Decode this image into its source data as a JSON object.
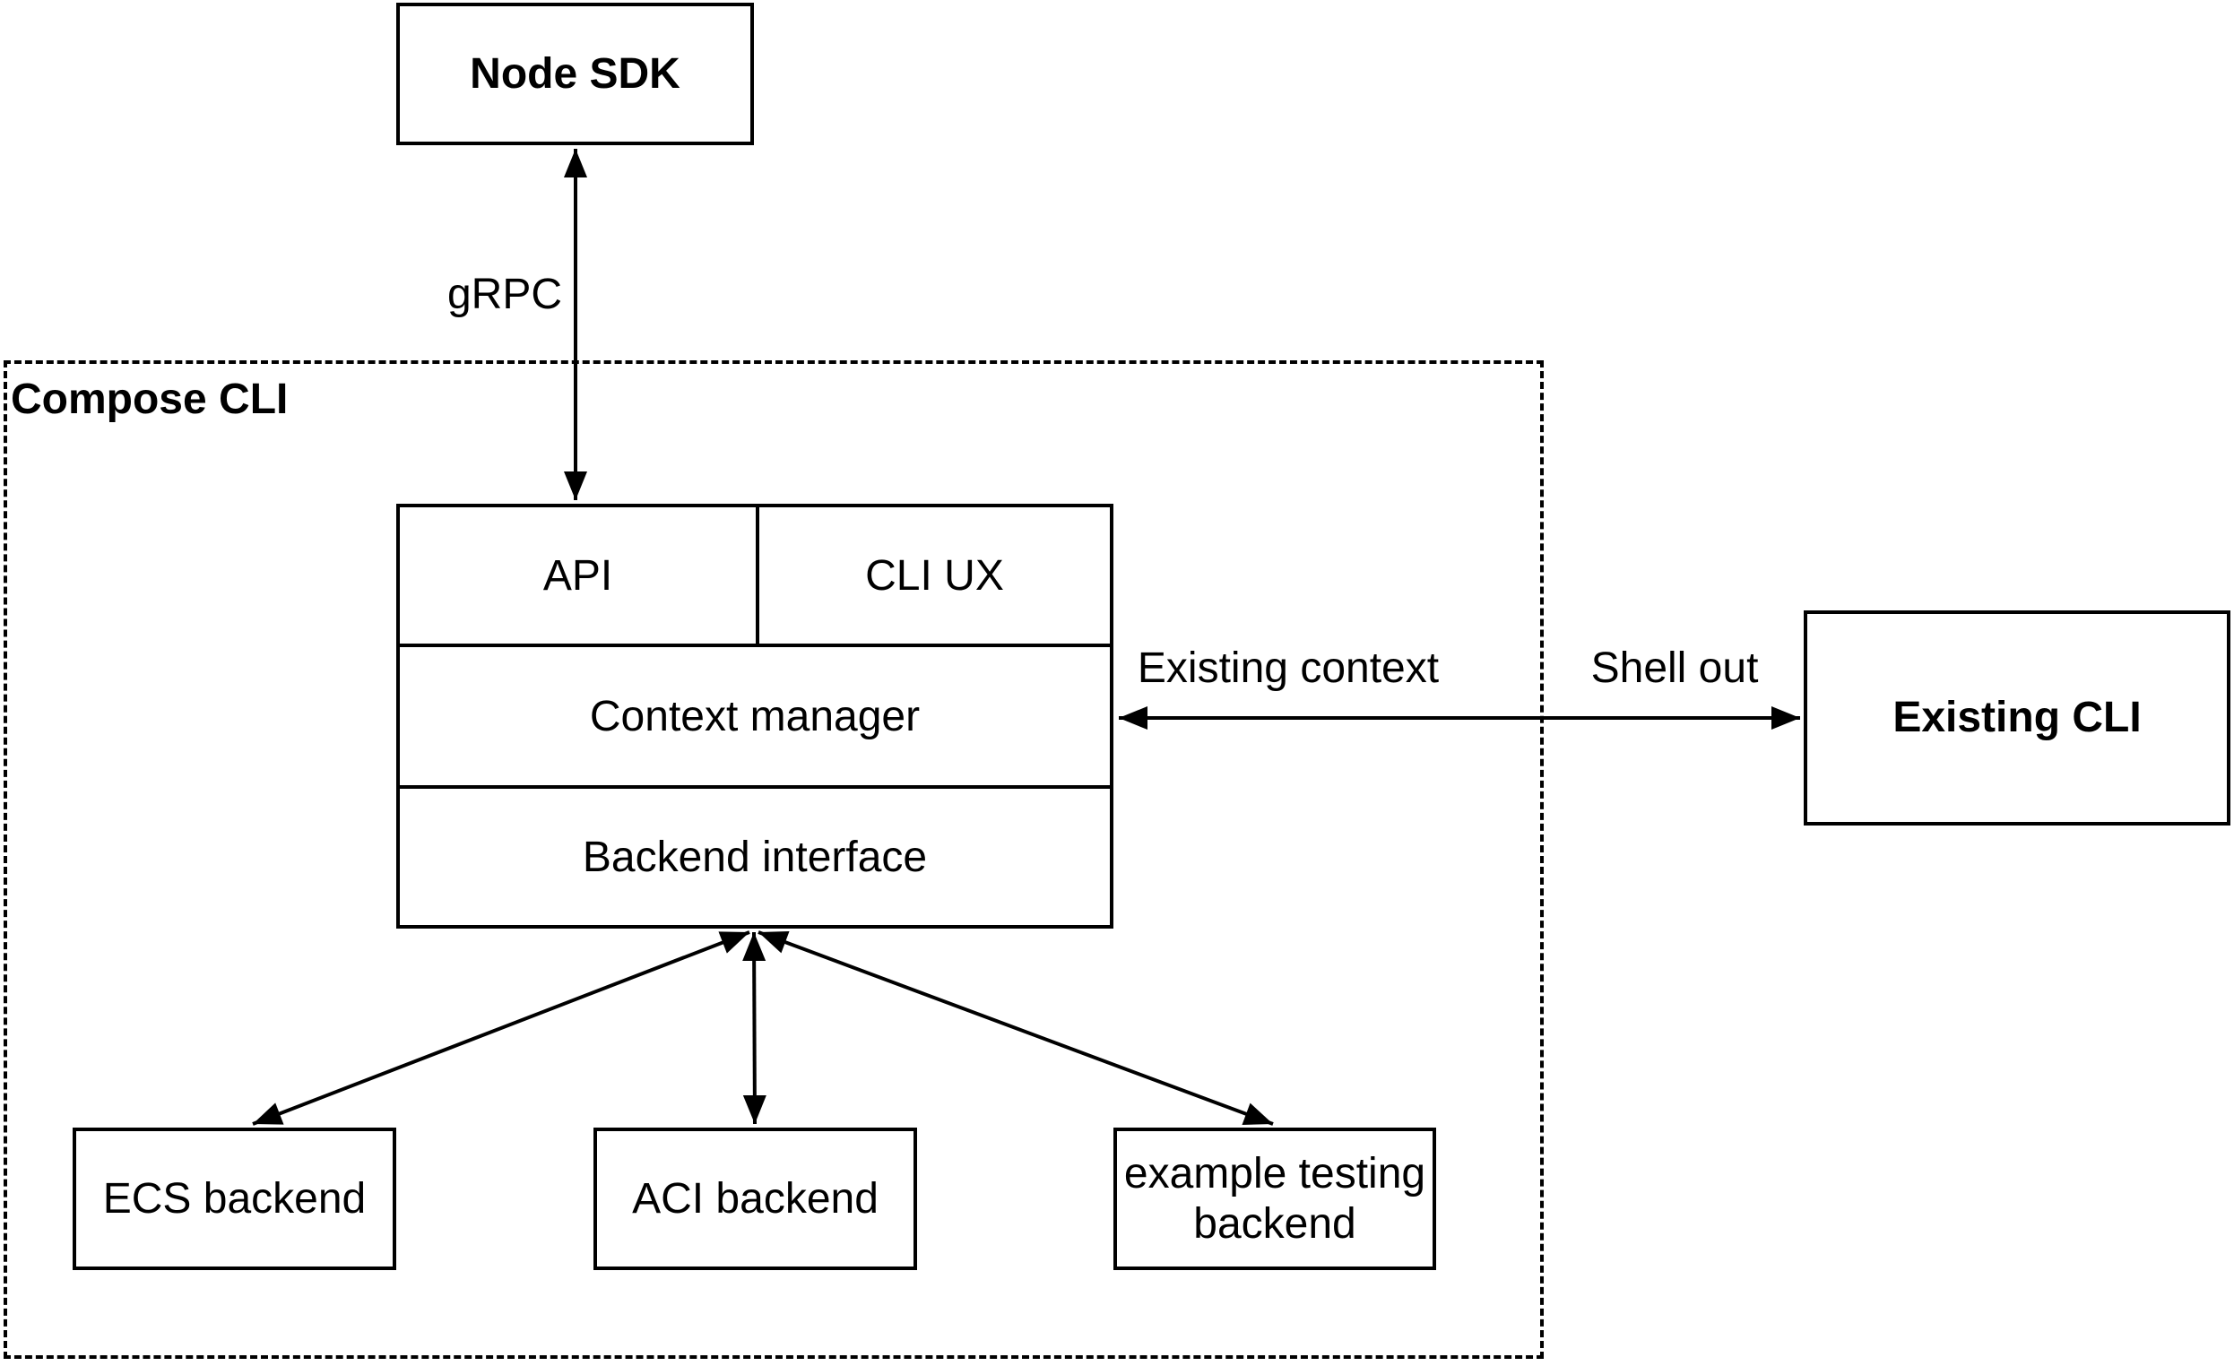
{
  "nodes": {
    "node_sdk": {
      "label": "Node SDK"
    },
    "compose_cli": {
      "label": "Compose CLI"
    },
    "api": {
      "label": "API"
    },
    "cli_ux": {
      "label": "CLI UX"
    },
    "context_manager": {
      "label": "Context manager"
    },
    "backend_interface": {
      "label": "Backend interface"
    },
    "ecs_backend": {
      "label": "ECS backend"
    },
    "aci_backend": {
      "label": "ACI backend"
    },
    "example_testing_backend": {
      "label": "example testing backend"
    },
    "existing_cli": {
      "label": "Existing CLI"
    }
  },
  "edges": {
    "grpc": {
      "label": "gRPC"
    },
    "existing_context": {
      "label": "Existing context"
    },
    "shell_out": {
      "label": "Shell out"
    }
  },
  "colors": {
    "line": "#000000",
    "background": "#ffffff"
  }
}
